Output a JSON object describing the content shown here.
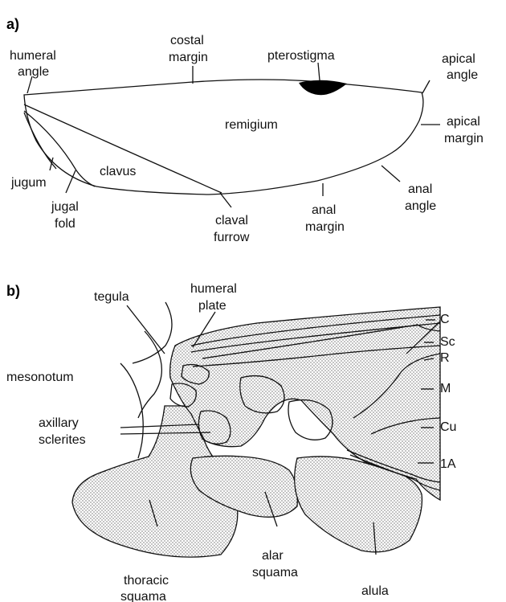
{
  "panel_a": {
    "letter": "a)",
    "labels": {
      "humeral_angle": [
        "humeral",
        "angle"
      ],
      "costal_margin": [
        "costal",
        "margin"
      ],
      "pterostigma": "pterostigma",
      "apical_angle": [
        "apical",
        "angle"
      ],
      "apical_margin": [
        "apical",
        "margin"
      ],
      "remigium": "remigium",
      "clavus": "clavus",
      "jugum": "jugum",
      "jugal_fold": [
        "jugal",
        "fold"
      ],
      "claval_furrow": [
        "claval",
        "furrow"
      ],
      "anal_margin": [
        "anal",
        "margin"
      ],
      "anal_angle": [
        "anal",
        "angle"
      ]
    }
  },
  "panel_b": {
    "letter": "b)",
    "labels": {
      "tegula": "tegula",
      "humeral_plate": [
        "humeral",
        "plate"
      ],
      "mesonotum": "mesonotum",
      "axillary_sclerites": [
        "axillary",
        "sclerites"
      ],
      "thoracic_squama": [
        "thoracic",
        "squama"
      ],
      "alar_squama": [
        "alar",
        "squama"
      ],
      "alula": "alula",
      "vein_c": "C",
      "vein_sc": "Sc",
      "vein_r": "R",
      "vein_m": "M",
      "vein_cu": "Cu",
      "vein_1a": "1A"
    }
  }
}
